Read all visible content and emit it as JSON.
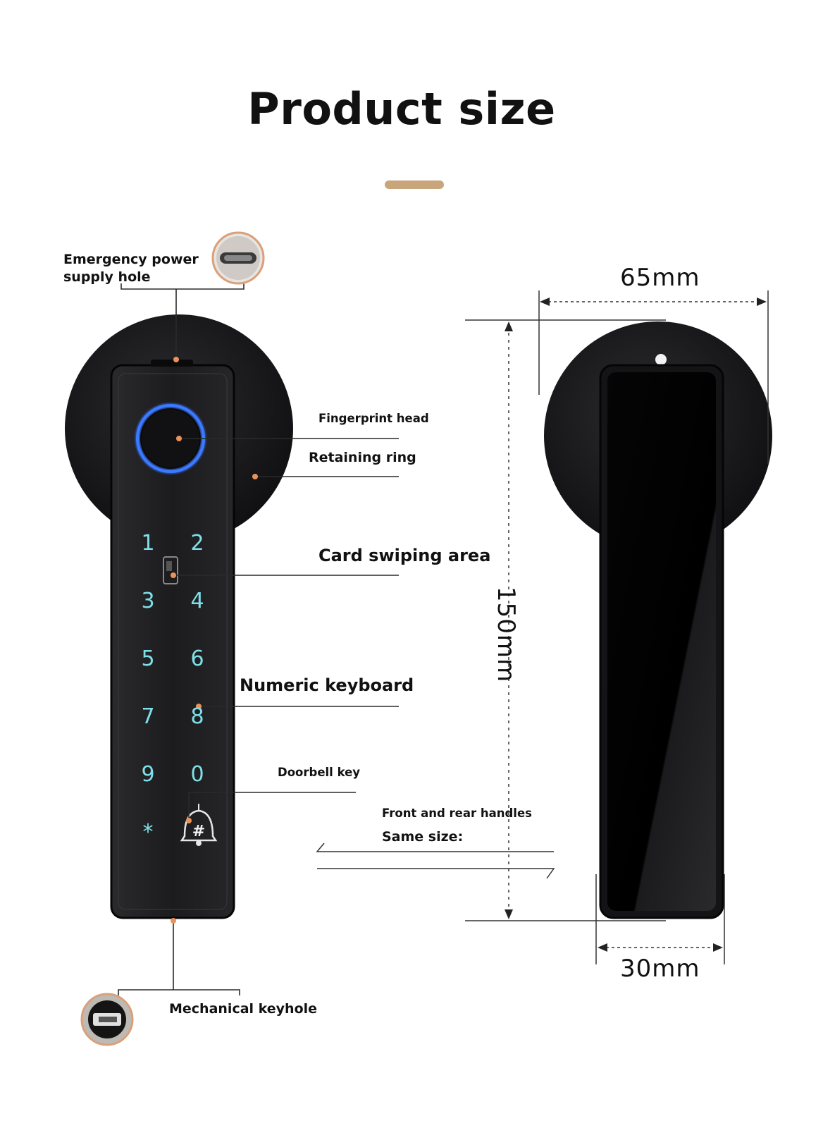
{
  "title": "Product size",
  "colors": {
    "accent": "#c9a57c",
    "leader_dot": "#e8935a",
    "ring_blue": "#2f6cff",
    "body_black": "#1a1a1c",
    "key_cyan": "#7fe0e8"
  },
  "callouts": {
    "emergency_power": "Emergency power\nsupply hole",
    "fingerprint": "Fingerprint head",
    "retaining_ring": "Retaining ring",
    "card_area": "Card swiping area",
    "keyboard": "Numeric keyboard",
    "doorbell": "Doorbell key",
    "handles_line1": "Front and rear handles",
    "handles_line2": "Same size:",
    "keyhole": "Mechanical keyhole"
  },
  "keypad": {
    "keys": [
      "1",
      "2",
      "3",
      "4",
      "5",
      "6",
      "7",
      "8",
      "9",
      "0",
      "*",
      "#"
    ]
  },
  "dimensions": {
    "width": "65mm",
    "height": "150mm",
    "depth": "30mm"
  },
  "icons": [
    "usb-c-port-icon",
    "fingerprint-sensor-icon",
    "card-reader-icon",
    "bell-icon",
    "keyhole-icon"
  ]
}
